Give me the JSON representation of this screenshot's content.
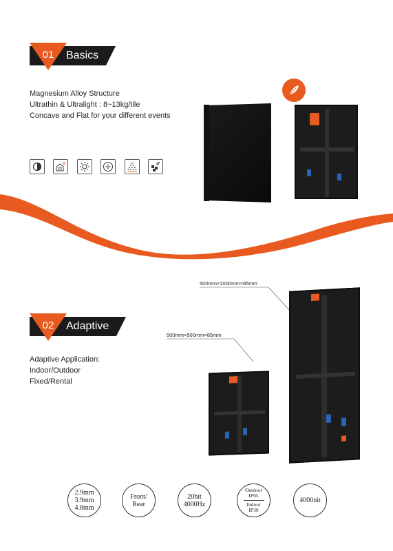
{
  "sections": [
    {
      "num": "01",
      "title": "Basics"
    },
    {
      "num": "02",
      "title": "Adaptive"
    }
  ],
  "basics": {
    "features": [
      "Magnesium Alloy Structure",
      "Ultrathin & Ultralight : 8~13kg/tile",
      "Concave and Flat for your different events"
    ],
    "icons": [
      "contrast-icon",
      "house-temperature-icon",
      "sun-icon",
      "fan-icon",
      "heat-dissipation-icon",
      "flexible-icon"
    ]
  },
  "adaptive": {
    "features": [
      "Adaptive Application:",
      "Indoor/Outdoor",
      "Fixed/Rental"
    ],
    "dimension_large": "500mm×1000mm×85mm",
    "dimension_small": "500mm×500mm×85mm"
  },
  "specs": {
    "pitch": [
      "2.9mm",
      "3.9mm",
      "4.8mm"
    ],
    "service": [
      "Front/",
      "Rear"
    ],
    "refresh": [
      "20bit",
      "4000Hz"
    ],
    "protection": {
      "outdoor_label": "Outdoor",
      "outdoor_value": "IP65",
      "indoor_label": "Indoor",
      "indoor_value": "IP30"
    },
    "brightness": "4000nit"
  },
  "colors": {
    "accent": "#e85a1f",
    "dark": "#1b1b1b"
  }
}
